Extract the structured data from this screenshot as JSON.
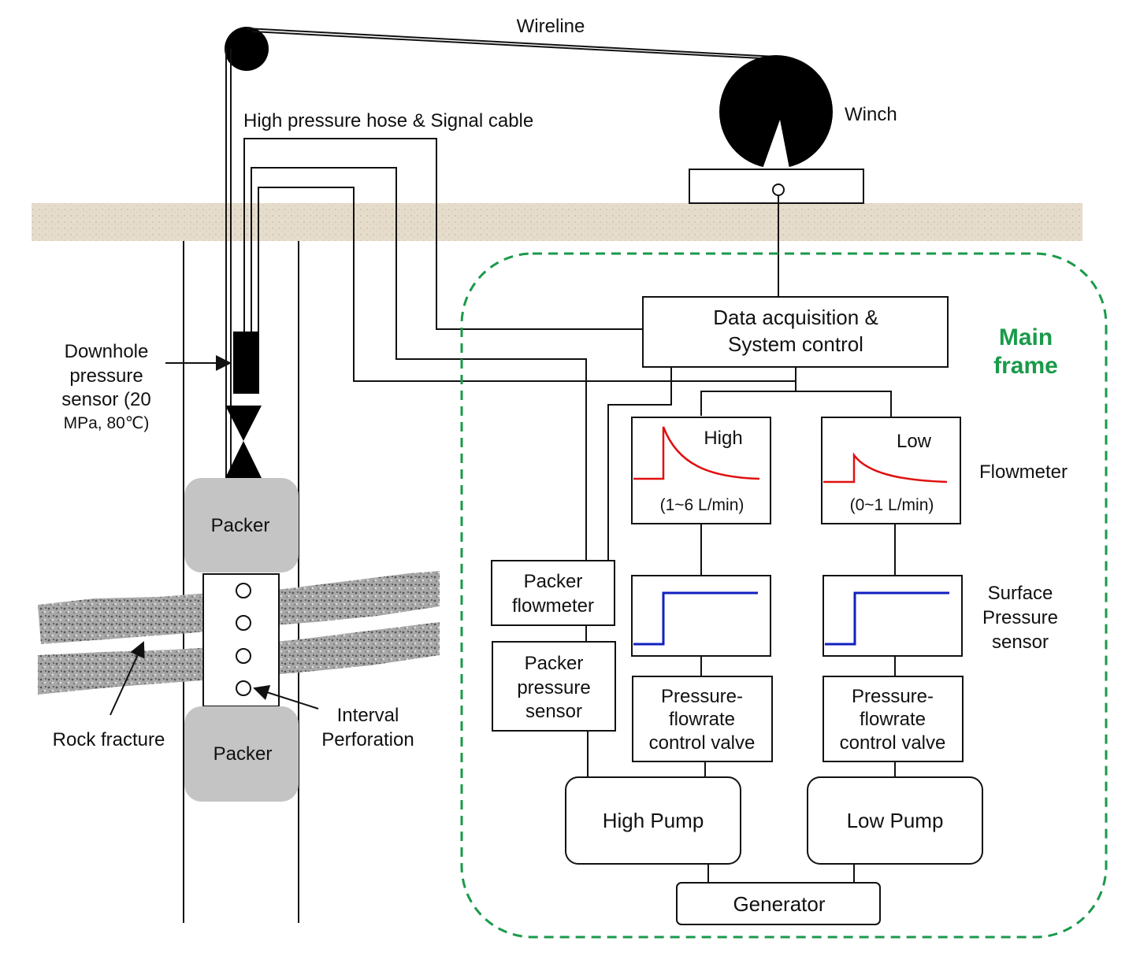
{
  "labels": {
    "wireline": "Wireline",
    "winch": "Winch",
    "hose_cable": "High pressure hose & Signal cable",
    "downhole_sensor": [
      "Downhole",
      "pressure",
      "sensor (20",
      "MPa, 80℃)"
    ],
    "packer_top": "Packer",
    "packer_bottom": "Packer",
    "rock_fracture": "Rock fracture",
    "interval_perforation": [
      "Interval",
      "Perforation"
    ],
    "main_frame": [
      "Main",
      "frame"
    ],
    "daq": [
      "Data acquisition &",
      "System control"
    ],
    "flowmeter": "Flowmeter",
    "high_flow_title": "High",
    "high_flow_range": "(1~6 L/min)",
    "low_flow_title": "Low",
    "low_flow_range": "(0~1 L/min)",
    "surface_pressure": [
      "Surface",
      "Pressure",
      "sensor"
    ],
    "packer_flowmeter": [
      "Packer",
      "flowmeter"
    ],
    "packer_pressure": [
      "Packer",
      "pressure",
      "sensor"
    ],
    "valve_high": [
      "Pressure-",
      "flowrate",
      "control valve"
    ],
    "valve_low": [
      "Pressure-",
      "flowrate",
      "control valve"
    ],
    "high_pump": "High Pump",
    "low_pump": "Low Pump",
    "generator": "Generator"
  },
  "colors": {
    "main_frame_border": "#1a9a4a",
    "flow_curve": "#e01010",
    "pressure_curve": "#1020c0",
    "packer_fill": "#c4c4c4",
    "ground_fill": "#e6dccb",
    "fracture_fill": "#9a9a9a"
  }
}
